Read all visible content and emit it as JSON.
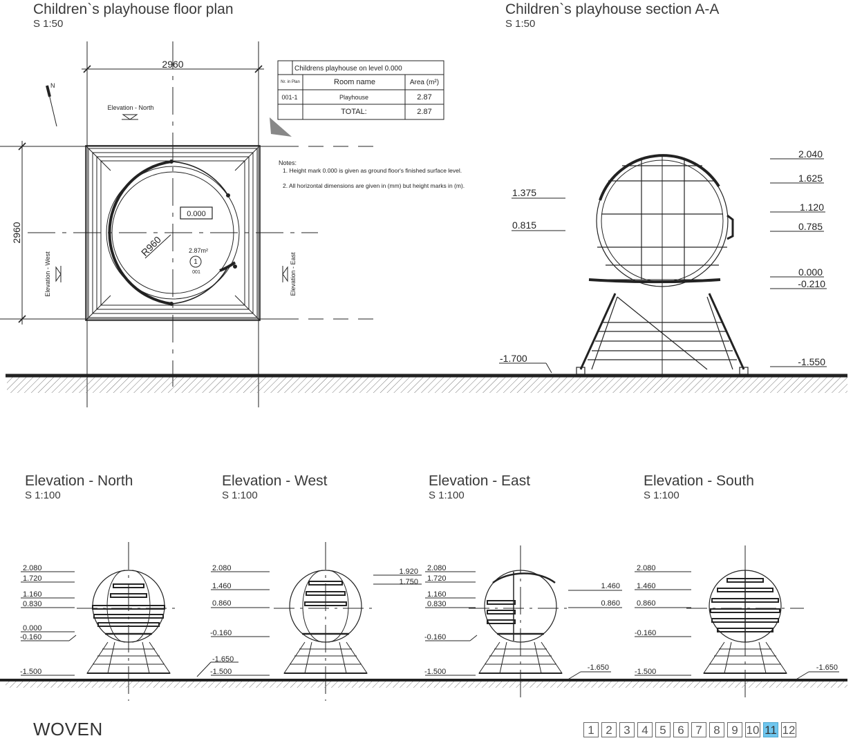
{
  "titles": {
    "floor_plan": "Children`s playhouse floor plan",
    "floor_plan_scale": "S 1:50",
    "section": "Children`s playhouse section A-A",
    "section_scale": "S 1:50",
    "north": "Elevation - North",
    "north_scale": "S 1:100",
    "west": "Elevation - West",
    "west_scale": "S 1:100",
    "east": "Elevation - East",
    "east_scale": "S 1:100",
    "south": "Elevation - South",
    "south_scale": "S 1:100"
  },
  "plan": {
    "dim_width": "2960",
    "dim_height": "2960",
    "north_arrow": "N",
    "label_north": "Elevation - North",
    "label_west": "Elevation - West",
    "label_east": "Elevation - East",
    "level": "0.000",
    "radius": "R960",
    "area": "2.87m²",
    "room_no": "1",
    "room_code": "001"
  },
  "room_table": {
    "caption": "Childrens playhouse on level 0.000",
    "headers": [
      "Nr. in Plan",
      "Room name",
      "Area (m²)"
    ],
    "rows": [
      [
        "001-1",
        "Playhouse",
        "2.87"
      ],
      [
        "",
        "TOTAL:",
        "2.87"
      ]
    ]
  },
  "notes": {
    "heading": "Notes:",
    "items": [
      "1.  Height mark 0.000 is given as ground floor's finished surface level.",
      "2.  All horizontal dimensions are given in (mm) but height marks in (m)."
    ]
  },
  "section_marks": {
    "right": [
      "2.040",
      "1.625",
      "1.120",
      "0.785",
      "0.000",
      "-0.210",
      "-1.550"
    ],
    "left": [
      "1.375",
      "0.815",
      "-1.700"
    ]
  },
  "elevation_marks": {
    "north": [
      "2.080",
      "1.720",
      "1.160",
      "0.830",
      "0.000",
      "-0.160",
      "-1.500"
    ],
    "west_left": [
      "2.080",
      "1.460",
      "0.860",
      "-0.160",
      "-1.650",
      "-1.500"
    ],
    "west_right": [
      "1.920",
      "1.750"
    ],
    "east_left": [
      "2.080",
      "1.720",
      "1.160",
      "0.830",
      "-0.160",
      "-1.500"
    ],
    "east_right": [
      "1.460",
      "0.860",
      "-1.650"
    ],
    "south": [
      "2.080",
      "1.460",
      "0.860",
      "-0.160",
      "-1.500"
    ],
    "south_right": [
      "-1.650"
    ]
  },
  "footer": {
    "brand": "WOVEN",
    "pages": [
      "1",
      "2",
      "3",
      "4",
      "5",
      "6",
      "7",
      "8",
      "9",
      "10",
      "11",
      "12"
    ],
    "active_page": "11"
  }
}
